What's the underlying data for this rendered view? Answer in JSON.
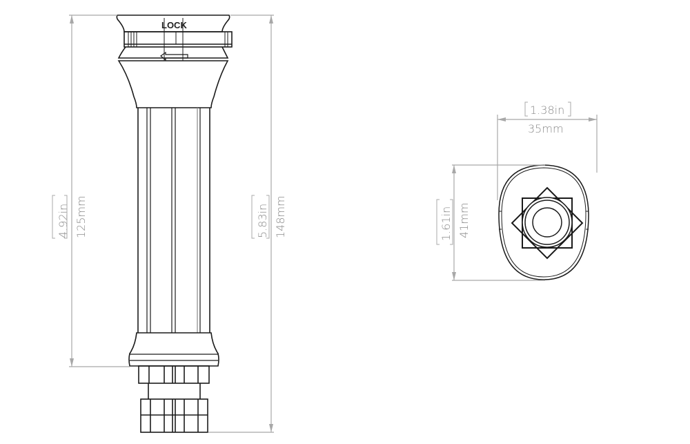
{
  "drawing": {
    "part_label": "LOCK",
    "colors": {
      "outline": "#1a1a1a",
      "dimension": "#a8a8a8",
      "dimension_text": "#8a8a8a",
      "background": "#ffffff"
    }
  },
  "dimensions": {
    "overall_body_height": {
      "inches": "4.92in",
      "mm": "125mm"
    },
    "overall_total_height": {
      "inches": "5.83in",
      "mm": "148mm"
    },
    "top_width": {
      "inches": "1.38in",
      "mm": "35mm"
    },
    "top_depth": {
      "inches": "1.61in",
      "mm": "41mm"
    }
  },
  "views": {
    "side_view": "side-elevation",
    "top_view": "plan-view"
  }
}
